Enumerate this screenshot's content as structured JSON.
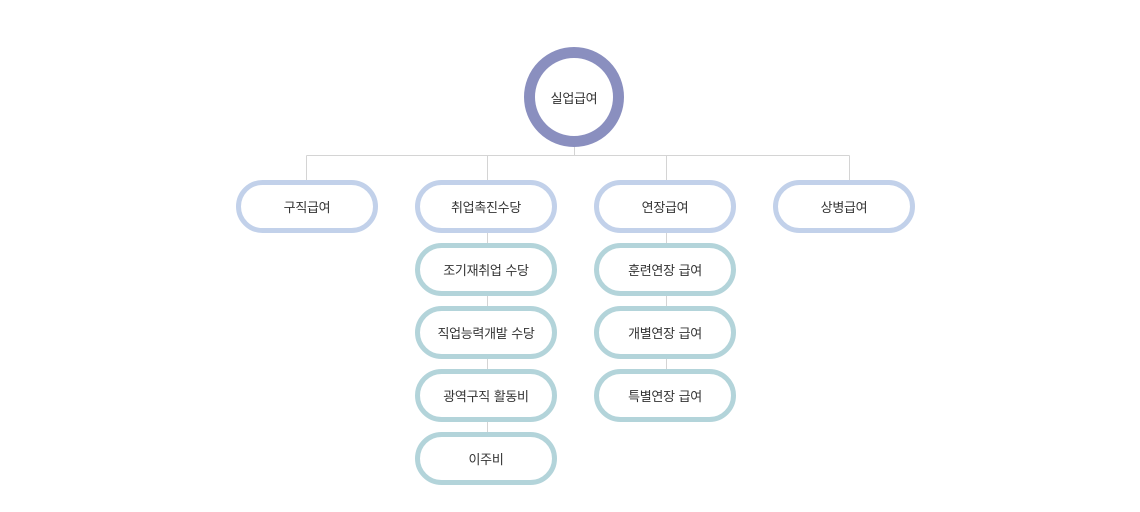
{
  "root": {
    "label": "실업급여"
  },
  "categories": [
    {
      "label": "구직급여",
      "children": []
    },
    {
      "label": "취업촉진수당",
      "children": [
        "조기재취업 수당",
        "직업능력개발 수당",
        "광역구직 활동비",
        "이주비"
      ]
    },
    {
      "label": "연장급여",
      "children": [
        "훈련연장 급여",
        "개별연장 급여",
        "특별연장 급여"
      ]
    },
    {
      "label": "상병급여",
      "children": []
    }
  ],
  "colors": {
    "root_ring": "#8a8fbf",
    "category_border": "#c2d1ea",
    "subitem_border": "#b3d4da",
    "connector": "#d4d4d4"
  }
}
